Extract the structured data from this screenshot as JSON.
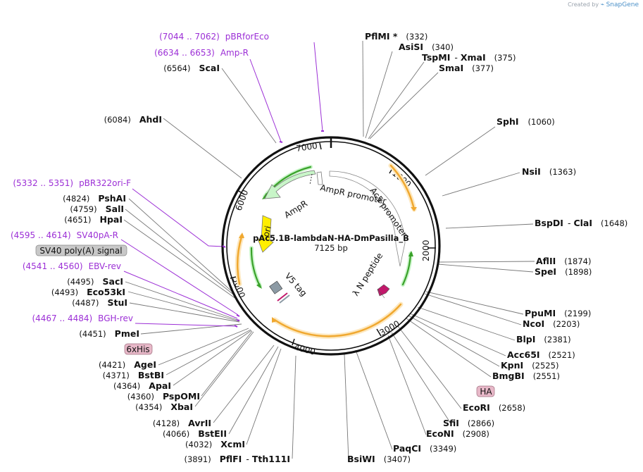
{
  "branding": {
    "created_by": "Created by",
    "app": "SnapGene"
  },
  "plasmid": {
    "name": "pAc5.1B-lambdaN-HA-DmPasilla_B",
    "size": "7125 bp",
    "length": 7125
  },
  "ticks": [
    "1000",
    "2000",
    "3000",
    "4000",
    "5000",
    "6000",
    "7000"
  ],
  "features": [
    {
      "id": "ampr",
      "label": "AmpR",
      "kind": "cds"
    },
    {
      "id": "ampr-promoter",
      "label": "AmpR promoter",
      "kind": "promoter"
    },
    {
      "id": "ori",
      "label": "ori",
      "kind": "origin"
    },
    {
      "id": "ac5",
      "label": "Ac5 promoter",
      "kind": "promoter"
    },
    {
      "id": "lambdan",
      "label": "λ N peptide",
      "kind": "cds"
    },
    {
      "id": "v5",
      "label": "V5 tag",
      "kind": "tag"
    }
  ],
  "boxed_features": {
    "sv40": "SV40 poly(A) signal",
    "sixhis": "6xHis",
    "ha": "HA"
  },
  "sites_right": [
    {
      "name": "PflMI *",
      "pos": "(332)"
    },
    {
      "name": "AsiSI",
      "pos": "(340)"
    },
    {
      "name": "TspMI",
      "sep": "-",
      "name2": "XmaI",
      "pos": "(375)"
    },
    {
      "name": "SmaI",
      "pos": "(377)"
    },
    {
      "name": "SphI",
      "pos": "(1060)"
    },
    {
      "name": "NsiI",
      "pos": "(1363)"
    },
    {
      "name": "BspDI",
      "sep": "-",
      "name2": "ClaI",
      "pos": "(1648)"
    },
    {
      "name": "AflII",
      "pos": "(1874)"
    },
    {
      "name": "SpeI",
      "pos": "(1898)"
    },
    {
      "name": "PpuMI",
      "pos": "(2199)"
    },
    {
      "name": "NcoI",
      "pos": "(2203)"
    },
    {
      "name": "BlpI",
      "pos": "(2381)"
    },
    {
      "name": "Acc65I",
      "pos": "(2521)"
    },
    {
      "name": "KpnI",
      "pos": "(2525)"
    },
    {
      "name": "BmgBI",
      "pos": "(2551)"
    },
    {
      "name": "EcoRI",
      "pos": "(2658)"
    },
    {
      "name": "SfiI",
      "pos": "(2866)"
    },
    {
      "name": "EcoNI",
      "pos": "(2908)"
    },
    {
      "name": "PaqCI",
      "pos": "(3349)"
    },
    {
      "name": "BsiWI",
      "pos": "(3407)"
    }
  ],
  "sites_left": [
    {
      "name": "ScaI",
      "pos": "(6564)"
    },
    {
      "name": "AhdI",
      "pos": "(6084)"
    },
    {
      "name": "PshAI",
      "pos": "(4824)"
    },
    {
      "name": "SalI",
      "pos": "(4759)"
    },
    {
      "name": "HpaI",
      "pos": "(4651)"
    },
    {
      "name": "SacI",
      "pos": "(4495)"
    },
    {
      "name": "Eco53kI",
      "pos": "(4493)"
    },
    {
      "name": "StuI",
      "pos": "(4487)"
    },
    {
      "name": "PmeI",
      "pos": "(4451)"
    },
    {
      "name": "AgeI",
      "pos": "(4421)"
    },
    {
      "name": "BstBI",
      "pos": "(4371)"
    },
    {
      "name": "ApaI",
      "pos": "(4364)"
    },
    {
      "name": "PspOMI",
      "pos": "(4360)"
    },
    {
      "name": "XbaI",
      "pos": "(4354)"
    },
    {
      "name": "AvrII",
      "pos": "(4128)"
    },
    {
      "name": "BstEII",
      "pos": "(4066)"
    },
    {
      "name": "XcmI",
      "pos": "(4032)"
    },
    {
      "name": "PflFI",
      "sep": "-",
      "name2": "Tth111I",
      "pos": "(3891)"
    }
  ],
  "primers": [
    {
      "range": "(7044 .. 7062)",
      "name": "pBRforEco"
    },
    {
      "range": "(6634 .. 6653)",
      "name": "Amp-R"
    },
    {
      "range": "(5332 .. 5351)",
      "name": "pBR322ori-F"
    },
    {
      "range": "(4595 .. 4614)",
      "name": "SV40pA-R"
    },
    {
      "range": "(4541 .. 4560)",
      "name": "EBV-rev"
    },
    {
      "range": "(4467 .. 4484)",
      "name": "BGH-rev"
    }
  ],
  "colors": {
    "backbone": "#111111",
    "primer": "#9c2fd6",
    "orf": "#f0a830",
    "orf_fill": "#fde8bf",
    "green": "#3aa12a",
    "cds_fill": "#c8f5c8",
    "ori": "#ffee00",
    "tag_grey": "#8c9aa4",
    "lambda": "#c2186b",
    "box_grey": "#c8c8c8",
    "box_pink": "#e7b8c8"
  }
}
